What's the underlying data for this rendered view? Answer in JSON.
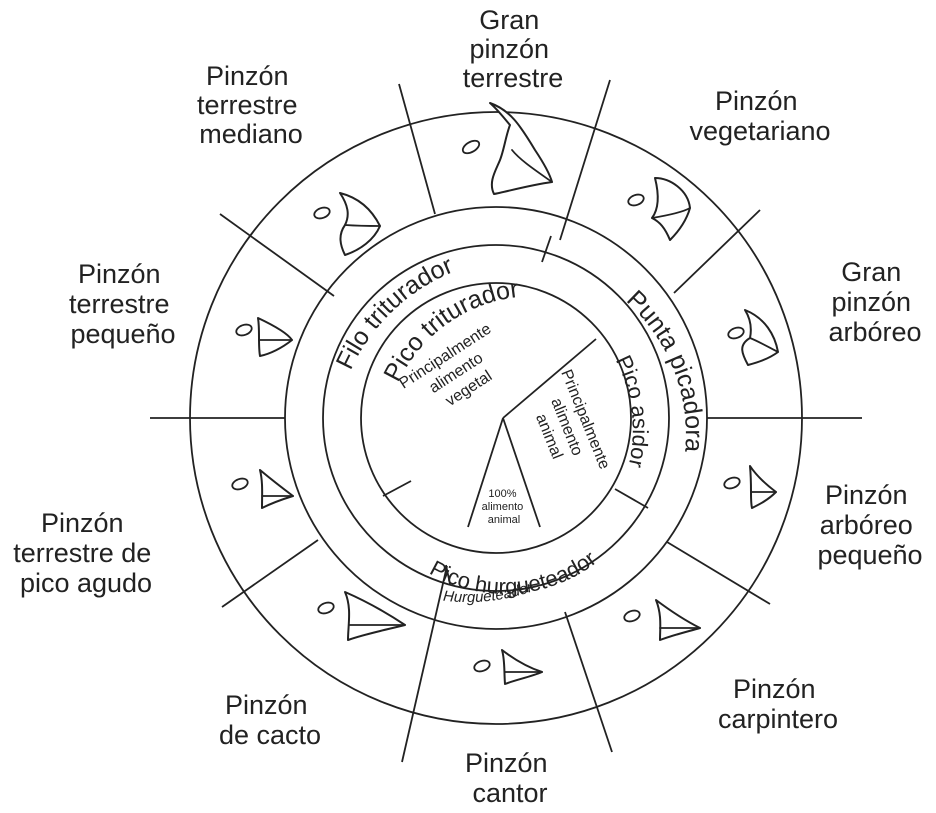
{
  "finches": [
    {
      "key": "gran_terrestre",
      "lines": [
        "Gran",
        "pinzón",
        "terrestre"
      ]
    },
    {
      "key": "vegetariano",
      "lines": [
        "Pinzón",
        "vegetariano"
      ]
    },
    {
      "key": "gran_arboreo",
      "lines": [
        "Gran",
        "pinzón",
        "arbóreo"
      ]
    },
    {
      "key": "arboreo_pequeno",
      "lines": [
        "Pinzón",
        "arbóreo",
        "pequeño"
      ]
    },
    {
      "key": "carpintero",
      "lines": [
        "Pinzón",
        "carpintero"
      ]
    },
    {
      "key": "cantor",
      "lines": [
        "Pinzón",
        "cantor"
      ]
    },
    {
      "key": "cacto",
      "lines": [
        "Pinzón",
        "de cacto"
      ]
    },
    {
      "key": "pico_agudo",
      "lines": [
        "Pinzón",
        "terrestre de",
        "pico agudo"
      ]
    },
    {
      "key": "terrestre_pequeno",
      "lines": [
        "Pinzón",
        "terrestre",
        "pequeño"
      ]
    },
    {
      "key": "terrestre_mediano",
      "lines": [
        "Pinzón",
        "terrestre",
        "mediano"
      ]
    }
  ],
  "middle_ring": {
    "filo_triturador": "Filo triturador",
    "punta_picadora": "Punta picadora",
    "pico_hurgueteador": "Pico hurgueteador",
    "hurgueteador": "Hurgueteador"
  },
  "inner_ring": {
    "pico_triturador": "Pico triturador",
    "pico_asidor": "Pico asidor"
  },
  "center": {
    "vegetal": [
      "Principalmente",
      "alimento",
      "vegetal"
    ],
    "animal": [
      "Principalmente",
      "alimento",
      "animal"
    ],
    "total_animal": [
      "100%",
      "alimento",
      "animal"
    ]
  }
}
